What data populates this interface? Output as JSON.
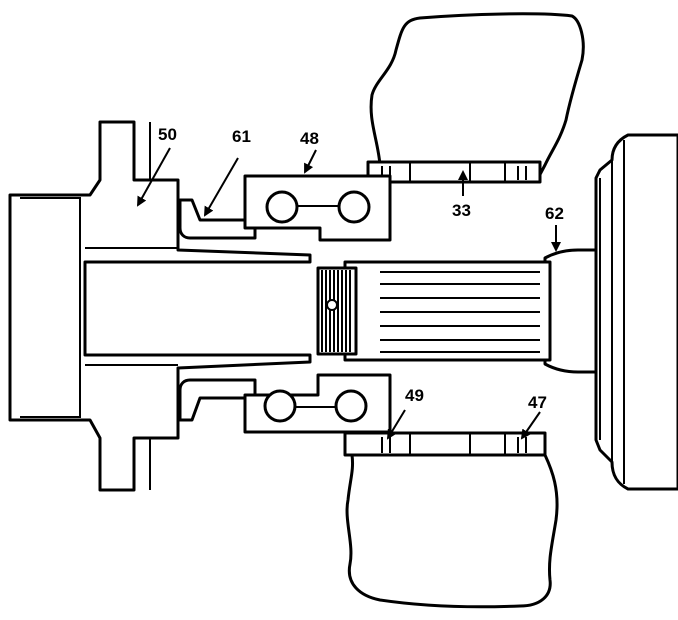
{
  "callouts": {
    "c50": "50",
    "c61": "61",
    "c48": "48",
    "c33": "33",
    "c62": "62",
    "c49": "49",
    "c47": "47"
  },
  "colors": {
    "ink": "#000000",
    "paper": "#ffffff"
  }
}
